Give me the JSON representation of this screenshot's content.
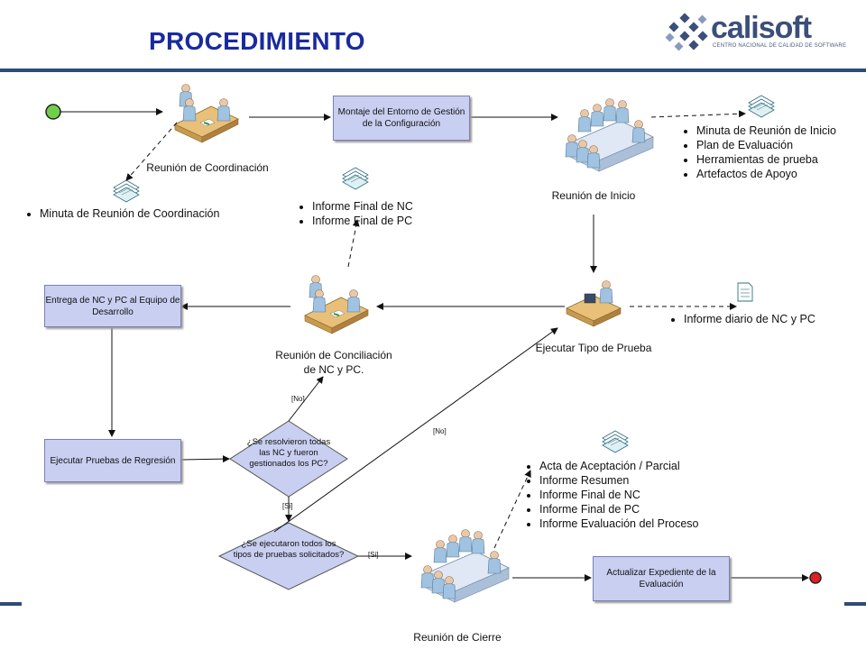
{
  "header": {
    "title": "PROCEDIMIENTO",
    "logo_text": "calisoft",
    "logo_subtitle": "CENTRO NACIONAL DE CALIDAD DE SOFTWARE"
  },
  "meetings": {
    "coordinacion": "Reunión de Coordinación",
    "inicio": "Reunión de Inicio",
    "conciliacion_1": "Reunión de Conciliación",
    "conciliacion_2": "de NC y PC.",
    "cierre": "Reunión de Cierre",
    "ejecutar": "Ejecutar Tipo de Prueba"
  },
  "processes": {
    "montaje": "Montaje del Entorno de Gestión de la Configuración",
    "entrega": "Entrega de NC y PC al Equipo de Desarrollo",
    "regresion": "Ejecutar Pruebas de Regresión",
    "actualizar": "Actualizar Expediente de la Evaluación"
  },
  "decisions": {
    "resolvieron": "¿Se resolvieron todas las NC y fueron gestionados los PC?",
    "ejecutaron": "¿Se ejecutaron todos los tipos de pruebas solicitados?"
  },
  "guards": {
    "no_1": "[No]",
    "si_1": "[Si]",
    "no_2": "[No]",
    "si_2": "[Si]"
  },
  "documents": {
    "coordinacion": [
      "Minuta de Reunión de Coordinación"
    ],
    "inicio": [
      "Minuta de Reunión de Inicio",
      "Plan de Evaluación",
      "Herramientas de prueba",
      "Artefactos de Apoyo"
    ],
    "conciliacion": [
      "Informe Final de NC",
      "Informe Final de PC"
    ],
    "diario": [
      "Informe diario de NC y PC"
    ],
    "cierre": [
      "Acta de Aceptación / Parcial",
      "Informe Resumen",
      "Informe Final de NC",
      "Informe Final de PC",
      "Informe Evaluación del Proceso"
    ]
  },
  "colors": {
    "title": "#1a2a9e",
    "process_fill": "#c9cff0",
    "start": "#6fcf4a",
    "end": "#e02020",
    "rule": "#2e4a78"
  }
}
